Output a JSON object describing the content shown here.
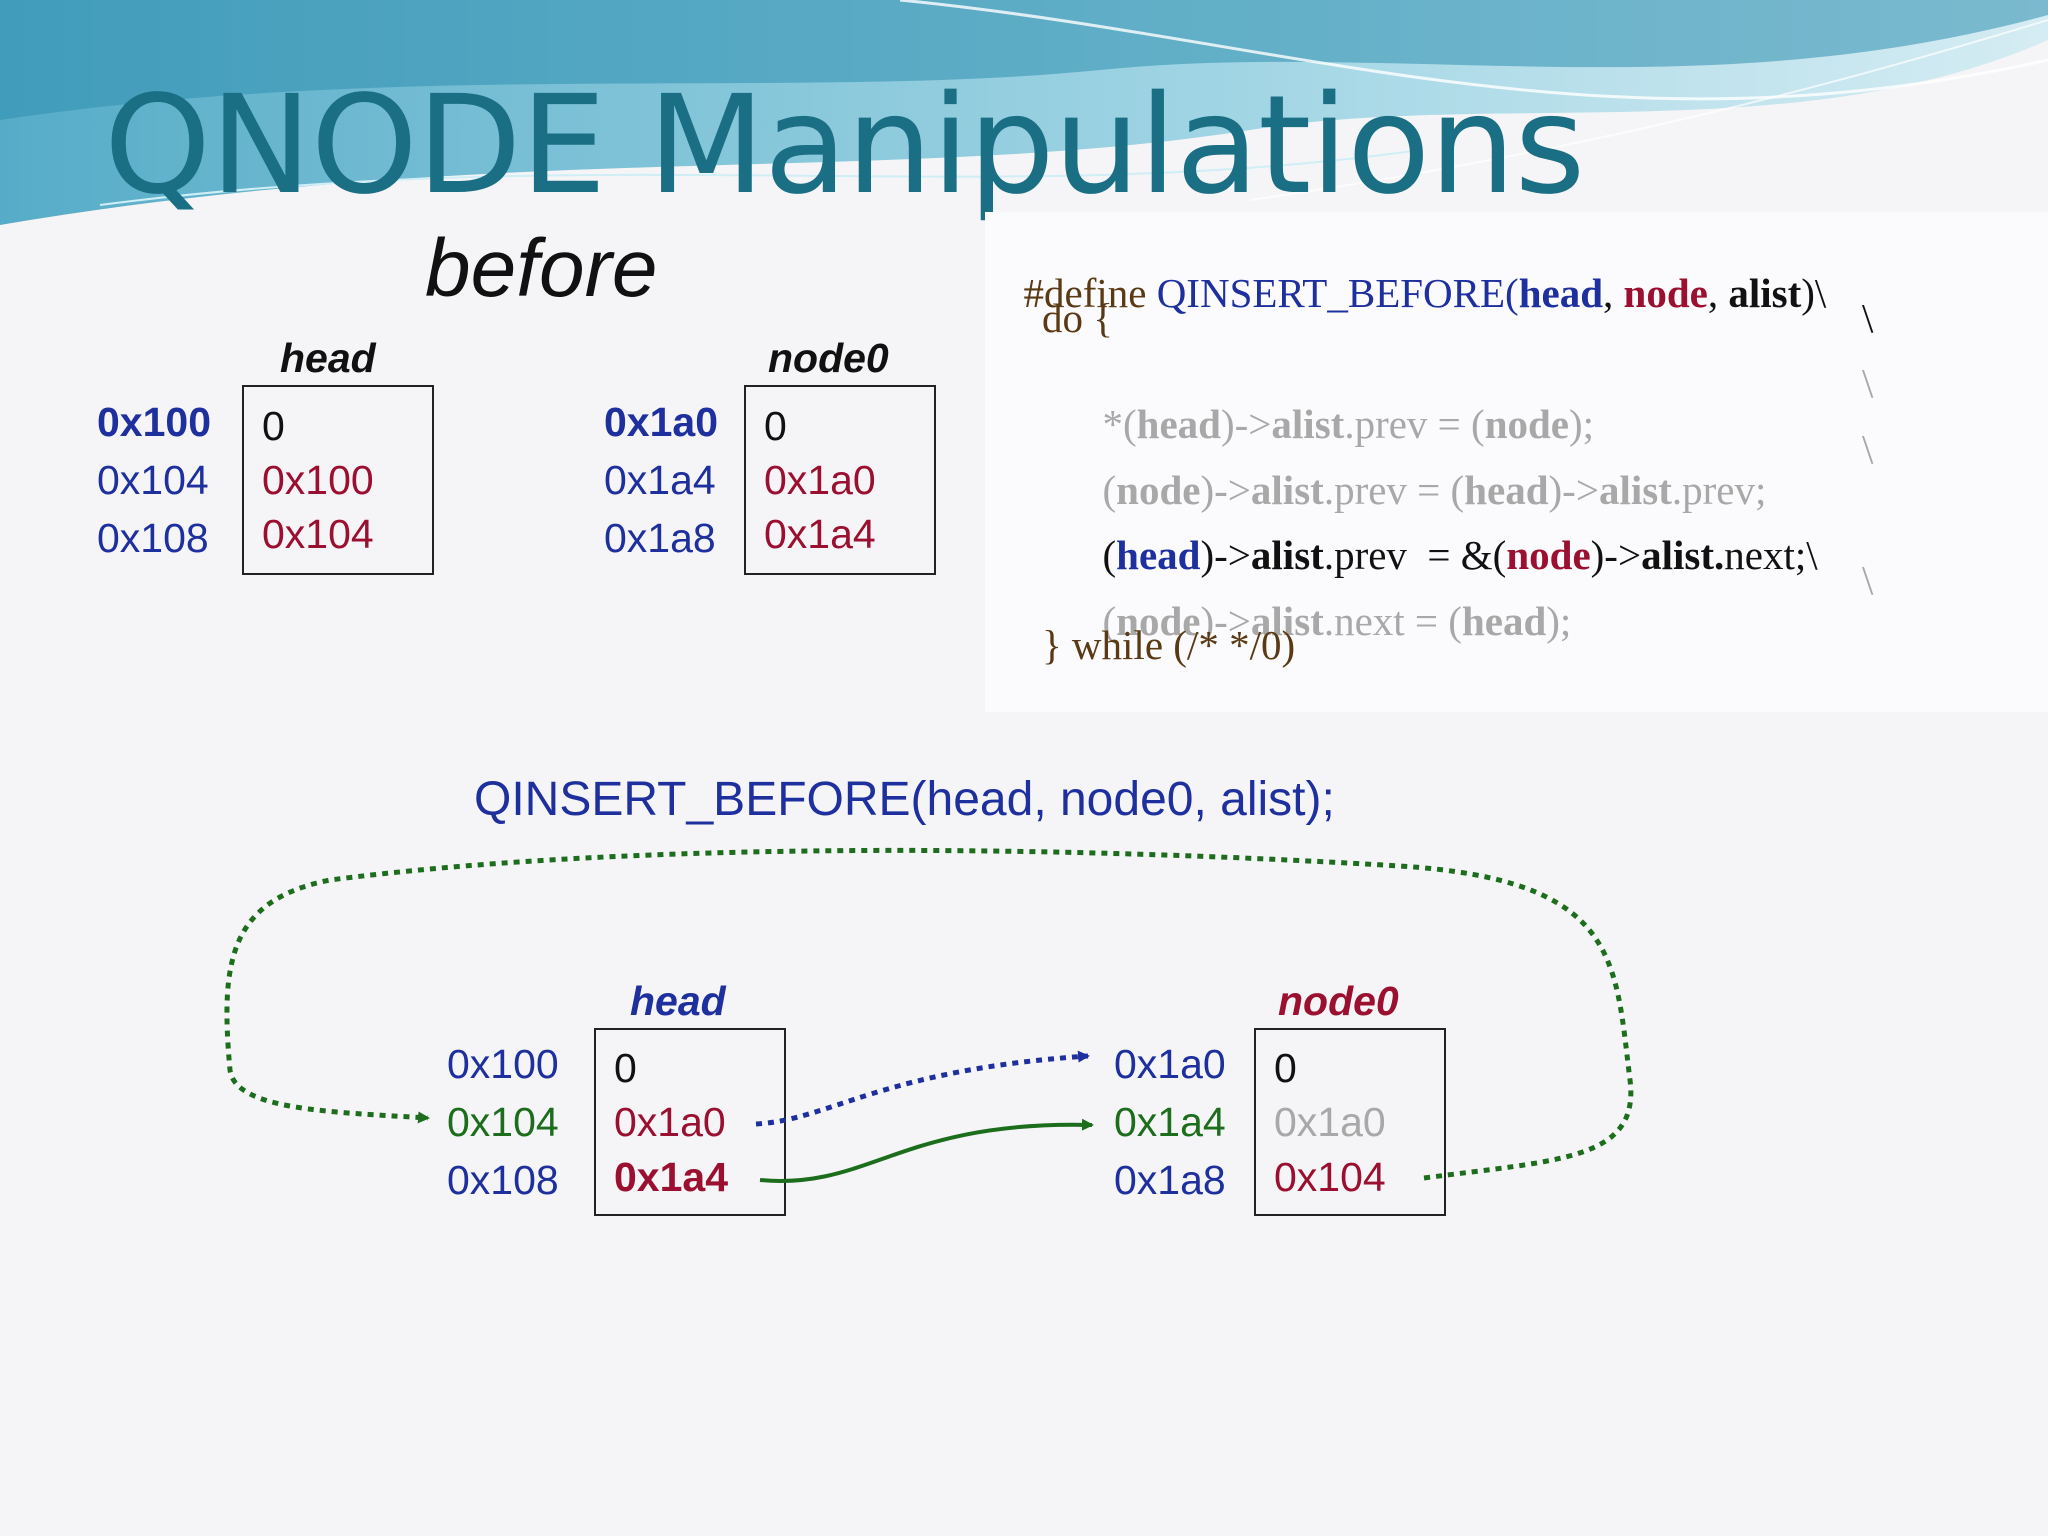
{
  "title": "QNODE Manipulations",
  "before_label": "before",
  "colors": {
    "title": "#1b6f84",
    "address_blue": "#1e2f9e",
    "value_red": "#9b1030",
    "address_green": "#1c6d1c",
    "gray": "#a8a8a8",
    "brown": "#5a3a14"
  },
  "before_head": {
    "label": "head",
    "addresses": [
      "0x100",
      "0x104",
      "0x108"
    ],
    "values": [
      "0",
      "0x100",
      "0x104"
    ]
  },
  "before_node0": {
    "label": "node0",
    "addresses": [
      "0x1a0",
      "0x1a4",
      "0x1a8"
    ],
    "values": [
      "0",
      "0x1a0",
      "0x1a4"
    ]
  },
  "code": {
    "define_kw": "#define ",
    "macro_name": "QINSERT_BEFORE(",
    "param_head": "head",
    "comma1": ", ",
    "param_node": "node",
    "comma2": ", ",
    "param_alist": "alist",
    "close_paren_bs": ")\\",
    "do_line": "do {",
    "line1_star": "*(",
    "line1_head": "head",
    "line1_arrow": ")->",
    "line1_alist": "alist",
    "line1_rest": ".prev = (",
    "line1_node": "node",
    "line1_end": ");",
    "line2_open": "(",
    "line2_node": "node",
    "line2_arrow": ")->",
    "line2_alist": "alist",
    "line2_mid": ".prev = (",
    "line2_head": "head",
    "line2_arrow2": ")->",
    "line2_alist2": "alist",
    "line2_end": ".prev;",
    "line3_open": "(",
    "line3_head": "head",
    "line3_arrow": ")->",
    "line3_alist": "alist",
    "line3_mid": ".prev  = &(",
    "line3_node": "node",
    "line3_arrow2": ")->",
    "line3_alist2": "alist.",
    "line3_end": "next;\\",
    "line4_open": "(",
    "line4_node": "node",
    "line4_arrow": ")->",
    "line4_alist": "alist",
    "line4_mid": ".next = (",
    "line4_head": "head",
    "line4_end": ");",
    "while_line": "} while (/* */0)",
    "backslash": "\\"
  },
  "call_text": "QINSERT_BEFORE(head, node0, alist);",
  "after_head": {
    "label": "head",
    "addresses": [
      "0x100",
      "0x104",
      "0x108"
    ],
    "values": [
      "0",
      "0x1a0",
      "0x1a4"
    ]
  },
  "after_node0": {
    "label": "node0",
    "addresses": [
      "0x1a0",
      "0x1a4",
      "0x1a8"
    ],
    "values": [
      "0",
      "0x1a0",
      "0x104"
    ]
  }
}
